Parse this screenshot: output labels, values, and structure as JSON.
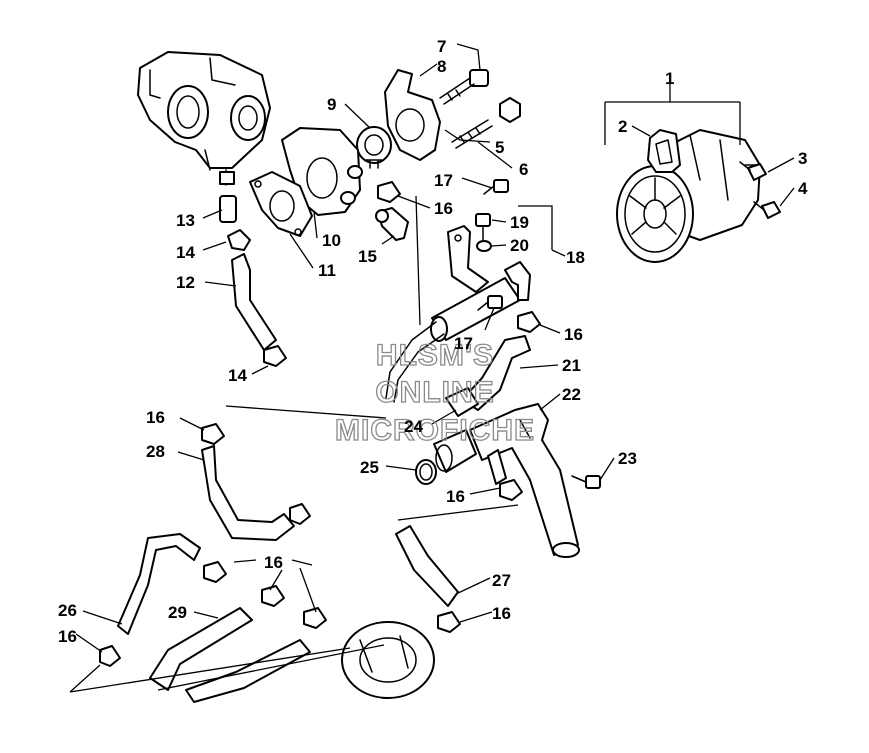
{
  "callouts": [
    "1",
    "2",
    "3",
    "4",
    "5",
    "6",
    "7",
    "8",
    "9",
    "10",
    "11",
    "12",
    "13",
    "14",
    "14",
    "15",
    "16",
    "16",
    "16",
    "16",
    "16",
    "16",
    "16",
    "17",
    "17",
    "18",
    "19",
    "20",
    "21",
    "22",
    "23",
    "24",
    "25",
    "26",
    "27",
    "28",
    "29"
  ],
  "watermark": [
    "HLSM'S",
    "ONLINE",
    "MICROFICHE"
  ],
  "colors": {
    "line": "#000000",
    "background": "#ffffff",
    "watermark": "#8a8a8a"
  }
}
